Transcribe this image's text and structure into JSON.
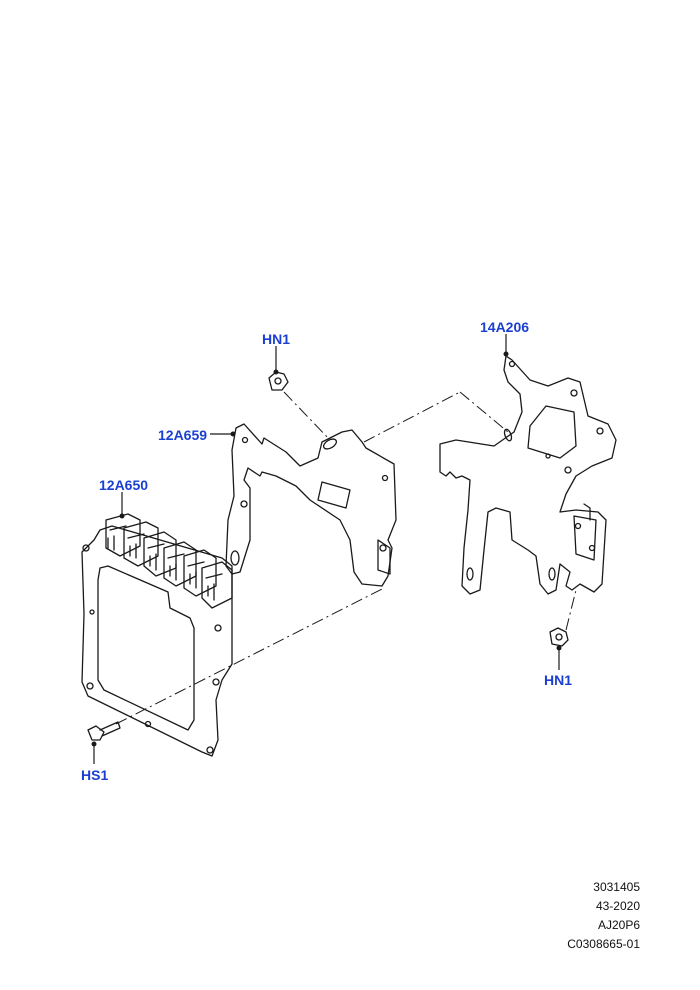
{
  "callouts": {
    "hn1_top": "HN1",
    "part_14a206": "14A206",
    "part_12a659": "12A659",
    "part_12a650": "12A650",
    "hn1_bottom": "HN1",
    "hs1": "HS1"
  },
  "footer": {
    "line1": "3031405",
    "line2": "43-2020",
    "line3": "AJ20P6",
    "line4": "C0308665-01"
  },
  "colors": {
    "callout_text": "#1a3fd1",
    "line_art": "#1a1a1a"
  }
}
